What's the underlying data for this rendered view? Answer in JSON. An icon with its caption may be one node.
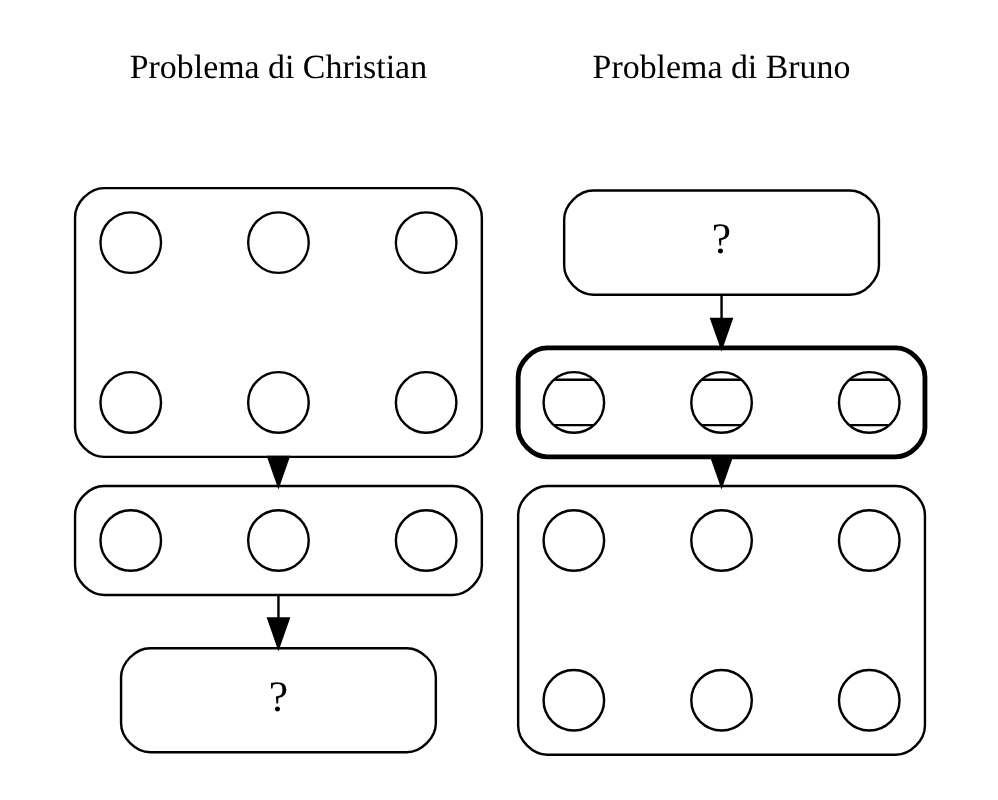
{
  "diagram": {
    "nodes": [
      {
        "text": [],
        "shape": "box"
      },
      {
        "text": [],
        "shape": "circle",
        "in": 0
      },
      {
        "text": [],
        "shape": "circle",
        "in": 0
      },
      {
        "text": [],
        "shape": "circle",
        "in": 0
      },
      {
        "text": [],
        "shape": "circle",
        "in": 0
      },
      {
        "text": [],
        "shape": "circle",
        "in": 0
      },
      {
        "text": [],
        "shape": "circle",
        "in": 0
      },
      {
        "text": [],
        "shape": "box"
      },
      {
        "text": [],
        "shape": "circle",
        "in": 7
      },
      {
        "text": [],
        "shape": "circle",
        "in": 7
      },
      {
        "text": [],
        "shape": "circle",
        "in": 7
      },
      {
        "text": [
          "?"
        ]
      },
      {
        "text": [
          "?"
        ]
      },
      {
        "text": [],
        "shape": "crossed"
      },
      {
        "text": [],
        "shape": "circle",
        "in": 13
      },
      {
        "text": [],
        "shape": "circle",
        "in": 13
      },
      {
        "text": [],
        "shape": "circle",
        "in": 13
      },
      {
        "text": [],
        "shape": "box"
      },
      {
        "text": [],
        "shape": "circle",
        "in": 17
      },
      {
        "text": [],
        "shape": "circle",
        "in": 17
      },
      {
        "text": [],
        "shape": "circle",
        "in": 17
      },
      {
        "text": [],
        "shape": "circle",
        "in": 17
      },
      {
        "text": [],
        "shape": "circle",
        "in": 17
      },
      {
        "text": [],
        "shape": "circle",
        "in": 17
      }
    ],
    "edges": [
      {
        "from": 0,
        "to": 7,
        "arrow": "to"
      },
      {
        "from": 7,
        "to": 11,
        "arrow": "to"
      },
      {
        "from": 12,
        "to": 13,
        "arrow": "to"
      },
      {
        "from": 13,
        "to": 17,
        "arrow": "to"
      }
    ],
    "labels": [
      "Problema di Christian",
      "Problema di Bruno"
    ]
  }
}
